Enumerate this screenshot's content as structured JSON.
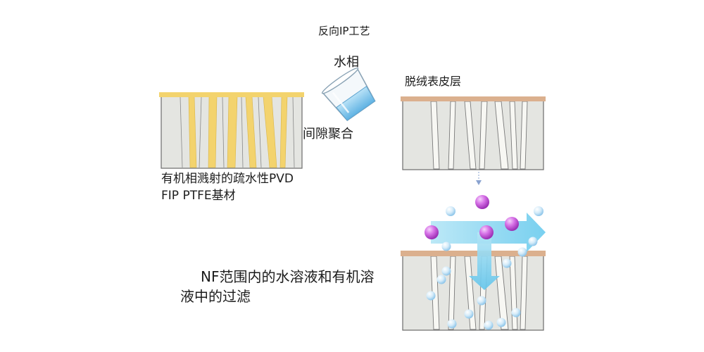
{
  "title": "反向IP工艺",
  "beaker_label": "水相",
  "gap_label": "间隙聚合",
  "skin_label": "脱绒表皮层",
  "substrate_label_line1": "有机相溅射的疏水性PVD",
  "substrate_label_line2": "FIP PTFE基材",
  "nf_label_line1": "NF范围内的水溶液和有机溶",
  "nf_label_line2": "液中的过滤",
  "colors": {
    "membrane_fill": "#e4e5e1",
    "membrane_stroke": "#6c6c6c",
    "pore_fill": "#f7f7f3",
    "organic_phase": "#f3d36d",
    "skin_layer": "#dbb08e",
    "arrow": "#7fd2ef",
    "solute_purple": "#c04fd6",
    "water_bubble": "#c9e6f8",
    "beaker_liquid": "#7fc6ee"
  },
  "icons": [
    "beaker-icon",
    "flow-arrow-icon",
    "purple-molecule-icon",
    "water-bubble-icon"
  ]
}
